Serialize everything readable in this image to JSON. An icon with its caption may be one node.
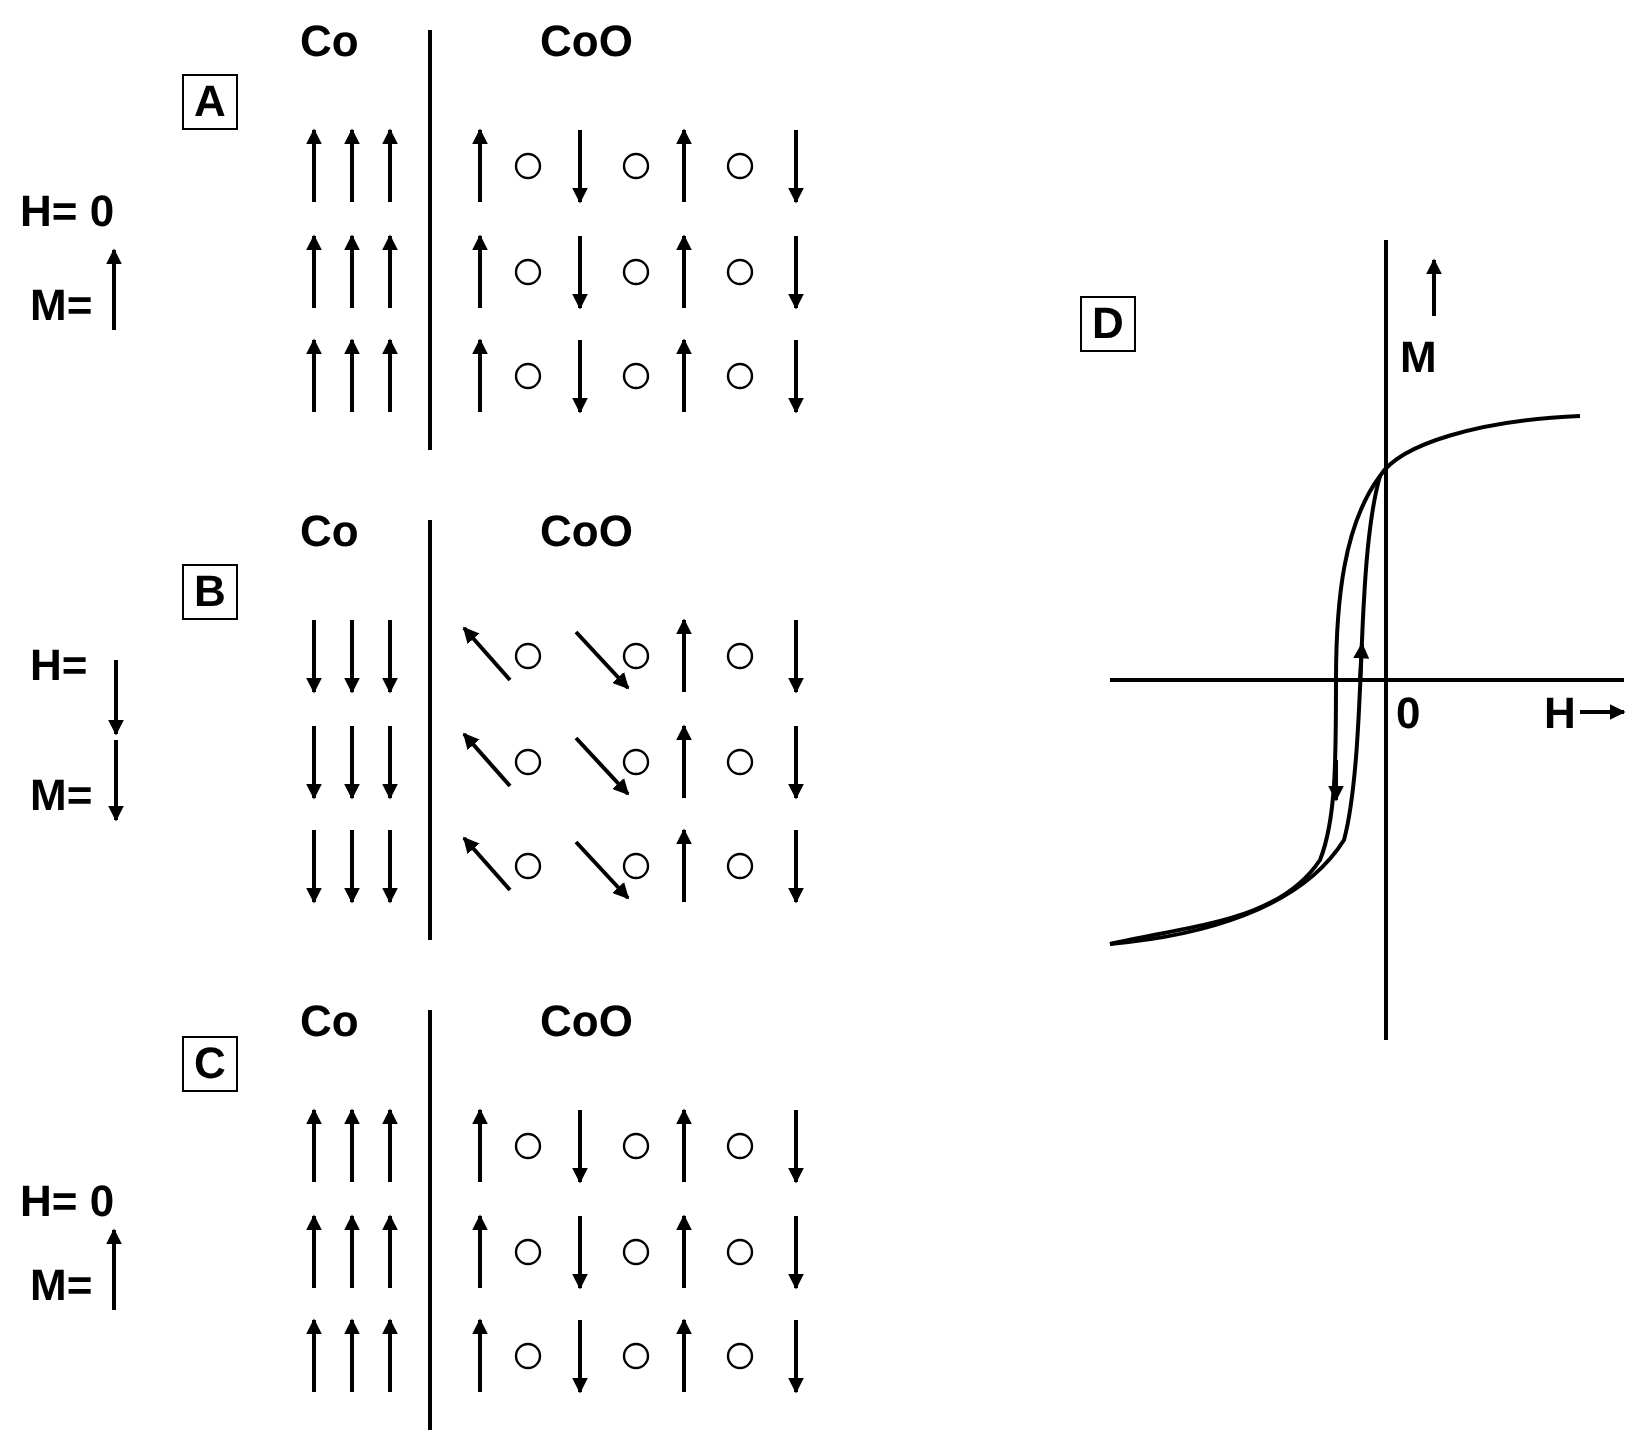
{
  "diagram": {
    "nodes": [
      {
        "text": [
          "A"
        ]
      },
      {
        "text": [
          "B"
        ]
      },
      {
        "text": [
          "C"
        ]
      },
      {
        "text": [
          "D"
        ]
      }
    ],
    "labels": [
      "Co",
      "CoO",
      "H= 0",
      "M=",
      "Co",
      "CoO",
      "H=",
      "M=",
      "Co",
      "CoO",
      "H= 0",
      "M=",
      "M",
      "0",
      "H"
    ]
  }
}
